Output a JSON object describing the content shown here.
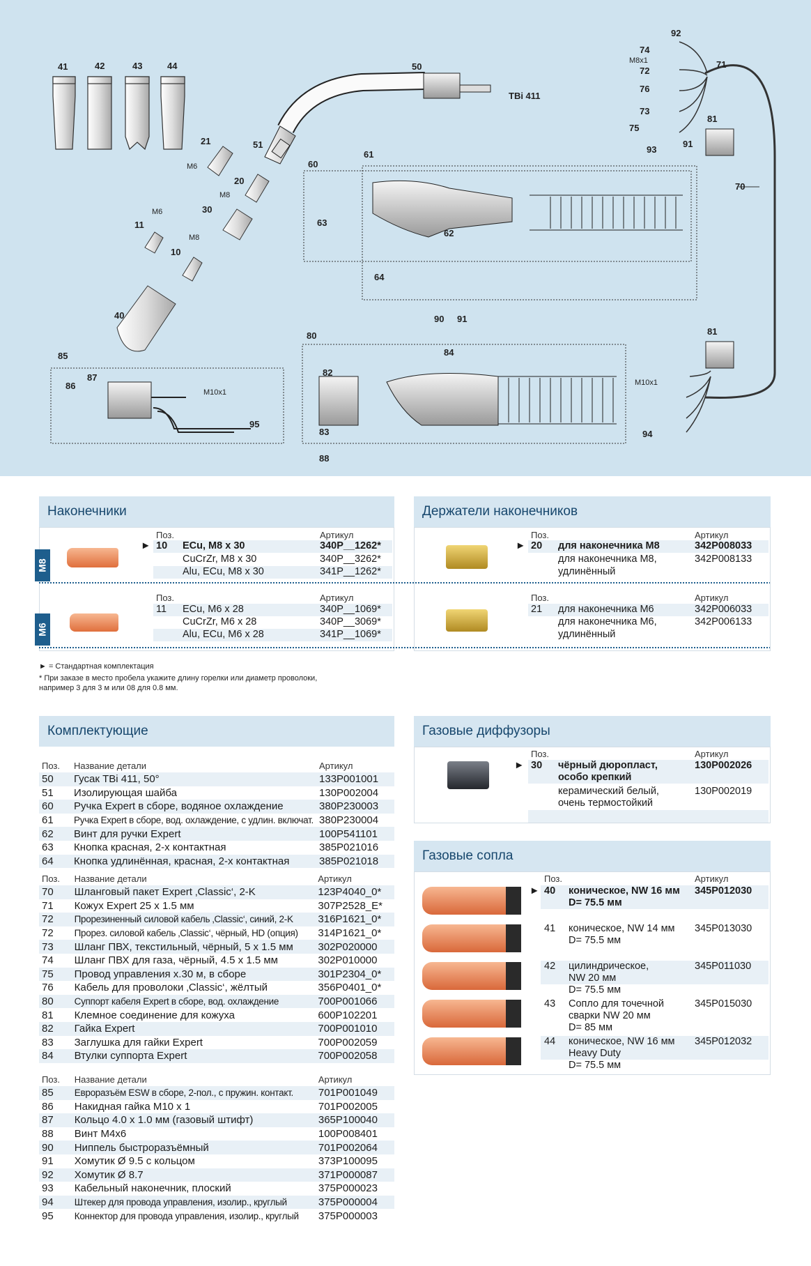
{
  "diagram": {
    "labels": [
      "41",
      "42",
      "43",
      "44",
      "50",
      "TBi 411",
      "51",
      "21",
      "M6",
      "20",
      "M8",
      "30",
      "11",
      "M6",
      "10",
      "M8",
      "40",
      "60",
      "61",
      "63",
      "62",
      "64",
      "92",
      "74",
      "M8x1",
      "72",
      "71",
      "76",
      "73",
      "75",
      "93",
      "91",
      "81",
      "70",
      "80",
      "90",
      "91",
      "84",
      "82",
      "83",
      "88",
      "81",
      "M10x1",
      "94",
      "85",
      "86",
      "87",
      "M10x1",
      "95"
    ]
  },
  "tips": {
    "title": "Наконечники",
    "m8": {
      "tab": "M8",
      "hdr_pos": "Поз.",
      "hdr_art": "Артикул",
      "marker": "►",
      "pos": "10",
      "rows": [
        {
          "name": "ECu, M8 x 30",
          "art": "340P__1262*"
        },
        {
          "name": "CuCrZr, M8 x 30",
          "art": "340P__3262*"
        },
        {
          "name": "Alu, ECu, M8 x 30",
          "art": "341P__1262*"
        }
      ]
    },
    "m6": {
      "tab": "M6",
      "hdr_pos": "Поз.",
      "hdr_art": "Артикул",
      "pos": "11",
      "rows": [
        {
          "name": "ECu, M6 x 28",
          "art": "340P__1069*"
        },
        {
          "name": "CuCrZr, M6 x 28",
          "art": "340P__3069*"
        },
        {
          "name": "Alu, ECu, M6 x 28",
          "art": "341P__1069*"
        }
      ]
    }
  },
  "holders": {
    "title": "Держатели наконечников",
    "m8": {
      "hdr_pos": "Поз.",
      "hdr_art": "Артикул",
      "marker": "►",
      "pos": "20",
      "rows": [
        {
          "name": "для наконечника M8",
          "art": "342P008033"
        },
        {
          "name": "для наконечника M8,",
          "art": "342P008133"
        },
        {
          "name": "удлинённый",
          "art": ""
        }
      ]
    },
    "m6": {
      "hdr_pos": "Поз.",
      "hdr_art": "Артикул",
      "pos": "21",
      "rows": [
        {
          "name": "для наконечника M6",
          "art": "342P006033"
        },
        {
          "name": "для наконечника M6,",
          "art": "342P006133"
        },
        {
          "name": "удлинённый",
          "art": ""
        }
      ]
    }
  },
  "notes": {
    "std": "► = Стандартная комплектация",
    "line1": "* При заказе в место пробела укажите длину горелки или диаметр проволоки,",
    "line2": "например 3 для 3 м или 08 для 0.8 мм."
  },
  "components": {
    "title": "Комплектующие",
    "hdr": {
      "pos": "Поз.",
      "name": "Название детали",
      "art": "Артикул"
    },
    "group1": [
      {
        "pos": "50",
        "name": "Гусак TBi 411, 50°",
        "art": "133P001001"
      },
      {
        "pos": "51",
        "name": "Изолирующая шайба",
        "art": "130P002004"
      },
      {
        "pos": "60",
        "name": "Ручка Expert в сборе, водяное охлаждение",
        "art": "380P230003"
      },
      {
        "pos": "61",
        "name": "Ручка Expert в сборе, вод. охлаждение, с удлин. включат.",
        "art": "380P230004"
      },
      {
        "pos": "62",
        "name": "Винт для ручки Expert",
        "art": "100P541101"
      },
      {
        "pos": "63",
        "name": "Кнопка красная, 2-х контактная",
        "art": "385P021016"
      },
      {
        "pos": "64",
        "name": "Кнопка удлинённая, красная, 2-х контактная",
        "art": "385P021018"
      }
    ],
    "group2": [
      {
        "pos": "70",
        "name": "Шланговый пакет Expert ‚Classic‘, 2-K",
        "art": "123P4040_0*"
      },
      {
        "pos": "71",
        "name": "Кожух Expert 25 x 1.5 мм",
        "art": "307P2528_E*"
      },
      {
        "pos": "72",
        "name": "Прорезиненный силовой кабель ‚Classic‘, синий, 2-K",
        "art": "316P1621_0*"
      },
      {
        "pos": "72",
        "name": "Прорез. силовой кабель ‚Classic‘, чёрный, HD (опция)",
        "art": "314P1621_0*"
      },
      {
        "pos": "73",
        "name": "Шланг ПВХ, текстильный, чёрный, 5 x 1.5 мм",
        "art": "302P020000"
      },
      {
        "pos": "74",
        "name": "Шланг ПВХ для газа, чёрный, 4.5 x 1.5 мм",
        "art": "302P010000"
      },
      {
        "pos": "75",
        "name": "Провод управления x.30 м, в сборе",
        "art": "301P2304_0*"
      },
      {
        "pos": "76",
        "name": "Кабель для проволоки ‚Classic‘, жёлтый",
        "art": "356P0401_0*"
      },
      {
        "pos": "80",
        "name": "Суппорт кабеля Expert в сборе, вод. охлаждение",
        "art": "700P001066"
      },
      {
        "pos": "81",
        "name": "Клемное соединение для кожуха",
        "art": "600P102201"
      },
      {
        "pos": "82",
        "name": "Гайка Expert",
        "art": "700P001010"
      },
      {
        "pos": "83",
        "name": "Заглушка для гайки Expert",
        "art": "700P002059"
      },
      {
        "pos": "84",
        "name": "Втулки суппорта Expert",
        "art": "700P002058"
      }
    ],
    "group3": [
      {
        "pos": "85",
        "name": "Евроразъём ESW в сборе, 2-пол., с пружин. контакт.",
        "art": "701P001049"
      },
      {
        "pos": "86",
        "name": "Накидная гайка M10 x 1",
        "art": "701P002005"
      },
      {
        "pos": "87",
        "name": "Кольцо 4.0 x 1.0 мм (газовый штифт)",
        "art": "365P100040"
      },
      {
        "pos": "88",
        "name": "Винт M4x6",
        "art": "100P008401"
      },
      {
        "pos": "90",
        "name": "Ниппель быстроразъёмный",
        "art": "701P002064"
      },
      {
        "pos": "91",
        "name": "Хомутик Ø 9.5 с кольцом",
        "art": "373P100095"
      },
      {
        "pos": "92",
        "name": "Хомутик Ø 8.7",
        "art": "371P000087"
      },
      {
        "pos": "93",
        "name": "Кабельный наконечник, плоский",
        "art": "375P000023"
      },
      {
        "pos": "94",
        "name": "Штекер для провода управления, изолир., круглый",
        "art": "375P000004"
      },
      {
        "pos": "95",
        "name": "Коннектор для провода управления, изолир., круглый",
        "art": "375P000003"
      }
    ]
  },
  "diffusers": {
    "title": "Газовые диффузоры",
    "hdr_pos": "Поз.",
    "hdr_art": "Артикул",
    "marker": "►",
    "pos": "30",
    "rows": [
      {
        "name": "чёрный дюропласт,",
        "art": "130P002026",
        "bold": true
      },
      {
        "name": "особо крепкий",
        "art": "",
        "bold": true
      },
      {
        "name": "керамический белый,",
        "art": "130P002019",
        "bold": false
      },
      {
        "name": "очень термостойкий",
        "art": "",
        "bold": false
      }
    ]
  },
  "nozzles": {
    "title": "Газовые сопла",
    "hdr_pos": "Поз.",
    "hdr_art": "Артикул",
    "marker": "►",
    "items": [
      {
        "pos": "40",
        "l1": "коническое, NW 16 мм",
        "l2": "D= 75.5 мм",
        "l3": "",
        "art": "345P012030",
        "bold": true
      },
      {
        "pos": "41",
        "l1": "коническое, NW 14 мм",
        "l2": "D= 75.5 мм",
        "l3": "",
        "art": "345P013030",
        "bold": false
      },
      {
        "pos": "42",
        "l1": "цилиндрическое,",
        "l2": "NW 20 мм",
        "l3": "D= 75.5 мм",
        "art": "345P011030",
        "bold": false
      },
      {
        "pos": "43",
        "l1": "Сопло для точечной",
        "l2": "сварки NW 20 мм",
        "l3": "D= 85 мм",
        "art": "345P015030",
        "bold": false
      },
      {
        "pos": "44",
        "l1": "коническое, NW 16 мм",
        "l2": "Heavy Duty",
        "l3": "D= 75.5 мм",
        "art": "345P012032",
        "bold": false
      }
    ]
  },
  "colors": {
    "accent": "#1e5e8d",
    "title_bg": "#d6e6f1",
    "title_text": "#17476d",
    "diagram_bg": "#cfe3ef",
    "copper": "#e88a5a",
    "brass": "#c9a23a"
  }
}
